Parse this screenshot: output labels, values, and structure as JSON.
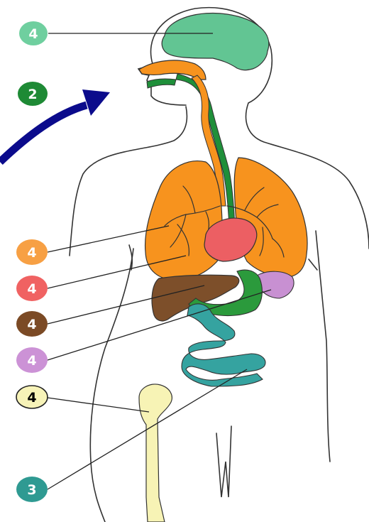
{
  "badges": {
    "brain": {
      "label": "4",
      "fill": "#6fcf9f",
      "text_color": "#ffffff"
    },
    "arrow": {
      "label": "2",
      "fill": "#1e8a35",
      "text_color": "#ffffff"
    },
    "lungs": {
      "label": "4",
      "fill": "#f7a044",
      "text_color": "#ffffff"
    },
    "heart": {
      "label": "4",
      "fill": "#f06262",
      "text_color": "#ffffff"
    },
    "liver": {
      "label": "4",
      "fill": "#7b4a25",
      "text_color": "#ffffff"
    },
    "stomach": {
      "label": "4",
      "fill": "#cc92d6",
      "text_color": "#ffffff"
    },
    "bone": {
      "label": "4",
      "fill": "#f7f3b8",
      "text_color": "#000000"
    },
    "intestine": {
      "label": "3",
      "fill": "#2f9a92",
      "text_color": "#ffffff"
    }
  },
  "colors": {
    "outline": "#333333",
    "brain": "#62c593",
    "airway": "#f7931e",
    "esophagus": "#1f8f3a",
    "lungs": "#f7931e",
    "heart": "#ec5f63",
    "liver": "#7d4f2a",
    "stomach": "#2b9a3c",
    "pancreas": "#c890d2",
    "intestine": "#35a3a0",
    "bone": "#f7f3b5",
    "arrow": "#0b0b8c"
  }
}
